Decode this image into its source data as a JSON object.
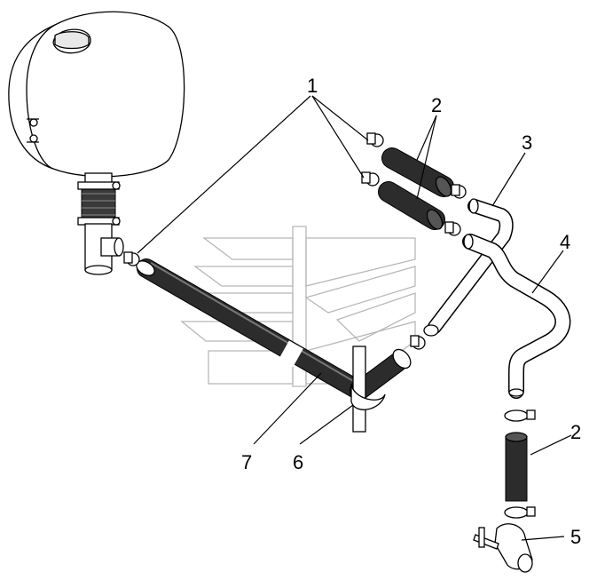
{
  "callouts": {
    "c1": "1",
    "c2a": "2",
    "c3": "3",
    "c4": "4",
    "c2b": "2",
    "c5": "5",
    "c6": "6",
    "c7": "7"
  }
}
